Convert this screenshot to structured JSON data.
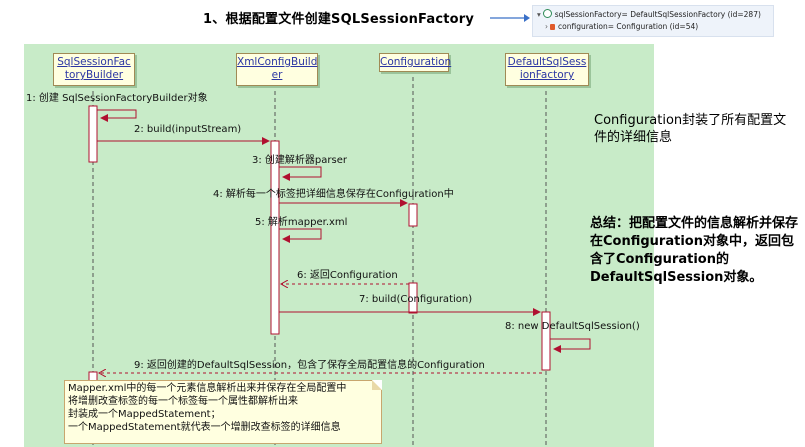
{
  "title": "1、根据配置文件创建SQLSessionFactory",
  "debug_panel": {
    "rows": [
      {
        "label": "sqlSessionFactory= DefaultSqlSessionFactory  (id=287)"
      },
      {
        "label": "configuration= Configuration  (id=54)"
      }
    ]
  },
  "participants": [
    {
      "name": "SqlSessionFactoryBuilder",
      "line1": "SqlSessionFac",
      "line2": "toryBuilder"
    },
    {
      "name": "XmlConfigBuilder",
      "line1": "XmlConfigBuild",
      "line2": "er"
    },
    {
      "name": "Configuration",
      "line1": "Configuration",
      "line2": ""
    },
    {
      "name": "DefaultSqlSessionFactory",
      "line1": "DefaultSqlSess",
      "line2": "ionFactory"
    }
  ],
  "messages": [
    {
      "text": "1: 创建 SqlSessionFactoryBuilder对象"
    },
    {
      "text": "2: build(inputStream)"
    },
    {
      "text": "3: 创建解析器parser"
    },
    {
      "text": "4: 解析每一个标签把详细信息保存在Configuration中"
    },
    {
      "text": "5: 解析mapper.xml"
    },
    {
      "text": "6: 返回Configuration"
    },
    {
      "text": "7: build(Configuration)"
    },
    {
      "text": "8: new DefaultSqlSession()"
    },
    {
      "text": "9: 返回创建的DefaultSqlSession，包含了保存全局配置信息的Configuration"
    }
  ],
  "note": {
    "lines": [
      "Mapper.xml中的每一个元素信息解析出来并保存在全局配置中",
      "将增删改查标签的每一个标签每一个属性都解析出来",
      "封装成一个MappedStatement；",
      "一个MappedStatement就代表一个增删改查标签的详细信息"
    ]
  },
  "side_text_1": "Configuration封装了所有配置文件的详细信息",
  "side_text_2": "总结：把配置文件的信息解析并保存在Configuration对象中，返回包含了Configuration的DefaultSqlSession对象。",
  "colors": {
    "canvas": "#c8ebc8",
    "object_fill": "#ffffe0",
    "object_text": "#2b36a3",
    "arrow": "#b01030"
  }
}
